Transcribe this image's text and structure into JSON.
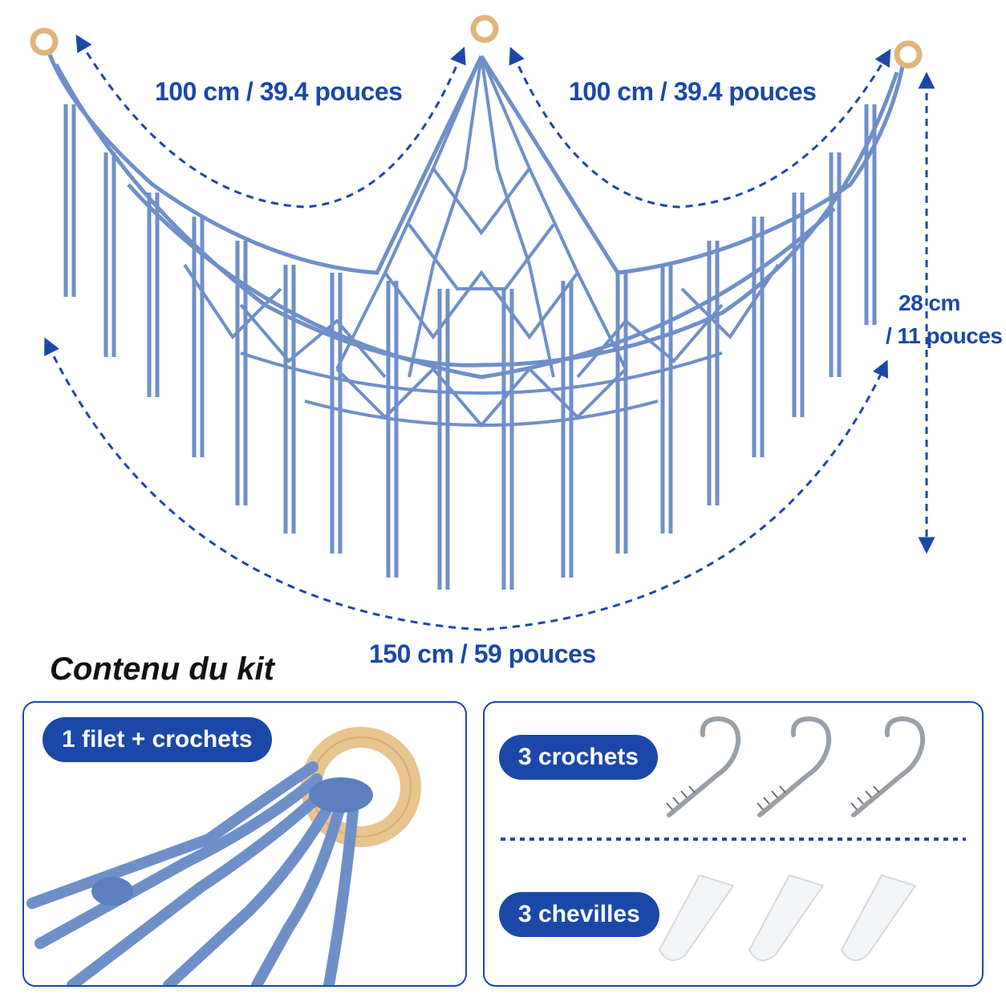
{
  "dimensions": {
    "left_span": "100 cm / 39.4 pouces",
    "right_span": "100 cm / 39.4 pouces",
    "height_line1": "28 cm",
    "height_line2": "/ 11 pouces",
    "bottom_span": "150 cm / 59 pouces"
  },
  "kit": {
    "title": "Contenu du kit",
    "item_net": "1 filet + crochets",
    "item_hooks": "3 crochets",
    "item_anchors": "3 chevilles"
  },
  "colors": {
    "accent": "#1b48a8",
    "rope": "#6f8fc9",
    "wood": "#e8c48f"
  },
  "icons": [
    "wooden-ring-icon",
    "screw-hook-icon",
    "wall-anchor-icon"
  ]
}
